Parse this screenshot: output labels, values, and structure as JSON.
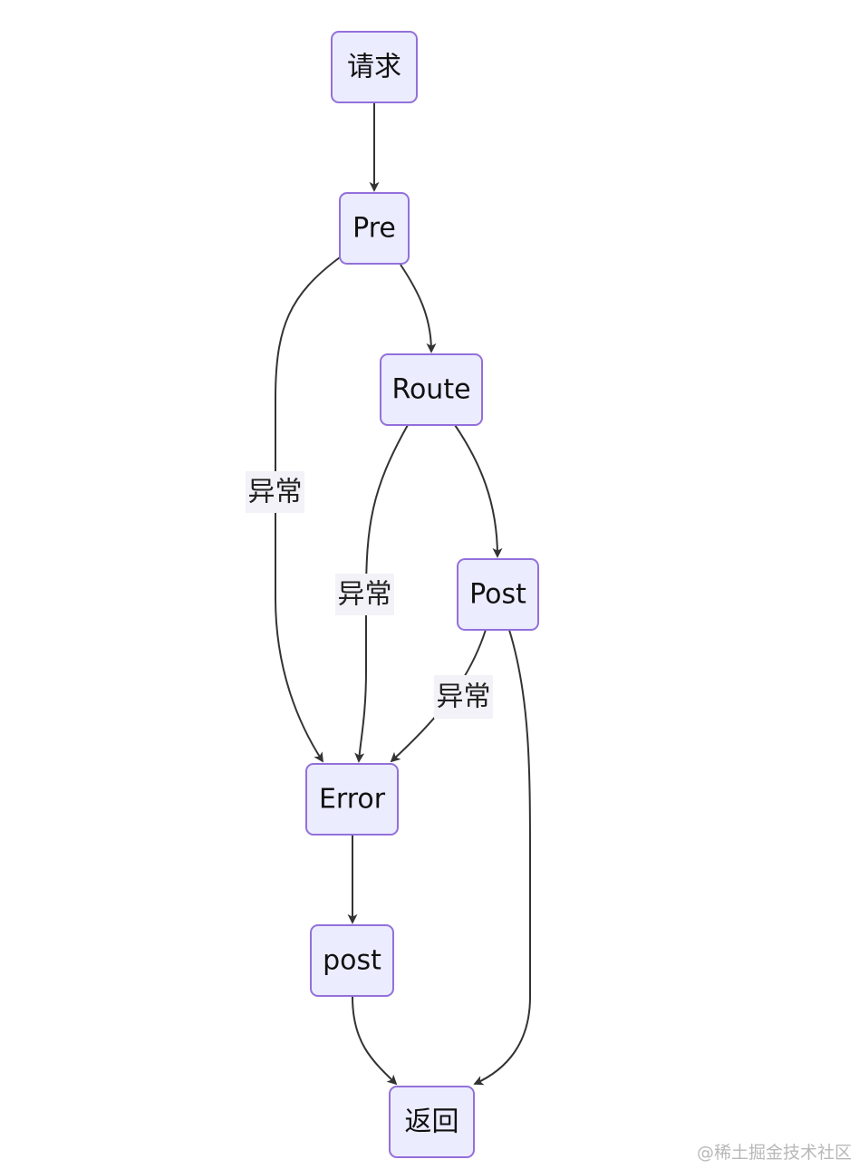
{
  "nodes": {
    "request": {
      "label": "请求"
    },
    "pre": {
      "label": "Pre"
    },
    "route": {
      "label": "Route"
    },
    "post": {
      "label": "Post"
    },
    "error": {
      "label": "Error"
    },
    "post_lower": {
      "label": "post"
    },
    "return": {
      "label": "返回"
    }
  },
  "edges": [
    {
      "from": "请求",
      "to": "Pre",
      "label": ""
    },
    {
      "from": "Pre",
      "to": "Route",
      "label": ""
    },
    {
      "from": "Pre",
      "to": "Error",
      "label": "异常"
    },
    {
      "from": "Route",
      "to": "Post",
      "label": ""
    },
    {
      "from": "Route",
      "to": "Error",
      "label": "异常"
    },
    {
      "from": "Post",
      "to": "Error",
      "label": "异常"
    },
    {
      "from": "Post",
      "to": "返回",
      "label": ""
    },
    {
      "from": "Error",
      "to": "post",
      "label": ""
    },
    {
      "from": "post",
      "to": "返回",
      "label": ""
    }
  ],
  "edge_labels": {
    "pre_error": "异常",
    "route_error": "异常",
    "post_error": "异常"
  },
  "colors": {
    "node_fill": "#ECECFF",
    "node_stroke": "#9370DB",
    "edge": "#333333",
    "label_bg": "#f2f2f8"
  },
  "watermark": "@稀土掘金技术社区"
}
